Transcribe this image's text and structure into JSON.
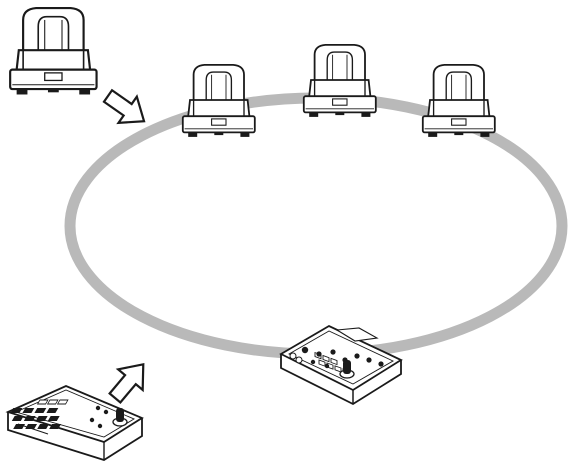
{
  "diagram": {
    "ring_color": "#b9b9b9",
    "line_color": "#1a1a1a",
    "fill_color": "#ffffff",
    "nodes": [
      {
        "id": "camera-new",
        "kind": "ptz-camera",
        "icon": "ptz-camera-icon",
        "state": "joining"
      },
      {
        "id": "camera-1",
        "kind": "ptz-camera",
        "icon": "ptz-camera-icon",
        "state": "connected"
      },
      {
        "id": "camera-2",
        "kind": "ptz-camera",
        "icon": "ptz-camera-icon",
        "state": "connected"
      },
      {
        "id": "camera-3",
        "kind": "ptz-camera",
        "icon": "ptz-camera-icon",
        "state": "connected"
      },
      {
        "id": "controller-1",
        "kind": "remote-controller",
        "icon": "controller-icon",
        "state": "connected"
      },
      {
        "id": "controller-new",
        "kind": "remote-controller",
        "icon": "controller-icon",
        "state": "joining"
      }
    ],
    "arrows": [
      {
        "from": "camera-new",
        "to": "network-ring",
        "icon": "hollow-arrow-icon"
      },
      {
        "from": "controller-new",
        "to": "network-ring",
        "icon": "hollow-arrow-icon"
      }
    ]
  }
}
